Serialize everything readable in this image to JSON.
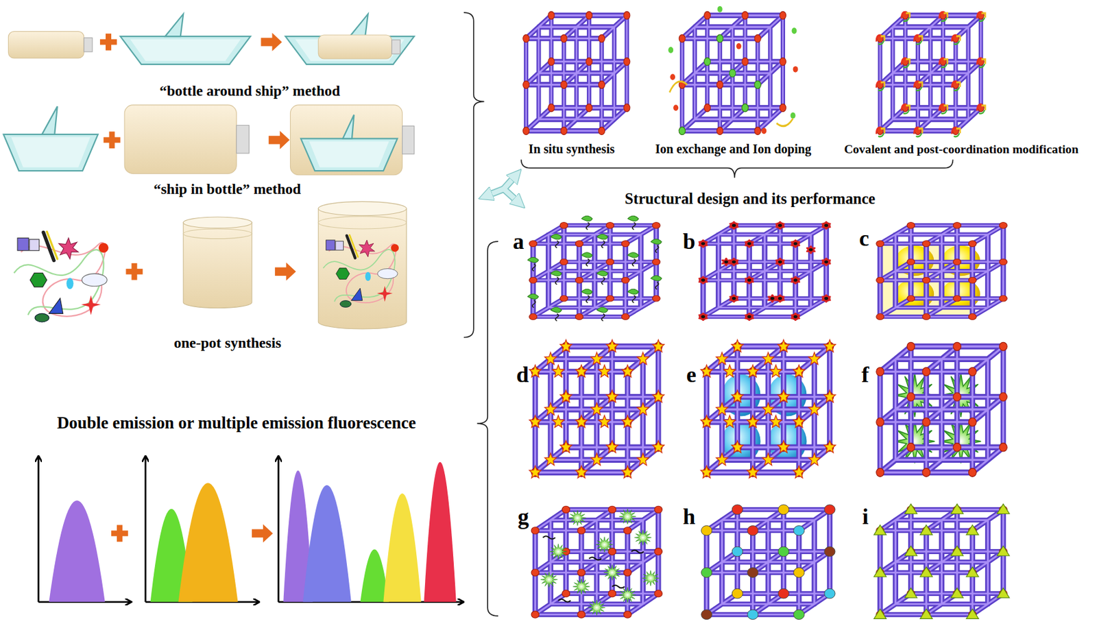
{
  "diagram": {
    "labels": [
      "“bottle around ship” method",
      "“ship in bottle” method",
      "one-pot synthesis",
      "In situ synthesis",
      "Ion exchange and Ion doping",
      "Covalent and post-coordination modification",
      "Structural design and its performance",
      "Double emission or multiple emission fluorescence",
      "a",
      "b",
      "c",
      "d",
      "e",
      "f",
      "g",
      "h",
      "i"
    ]
  }
}
